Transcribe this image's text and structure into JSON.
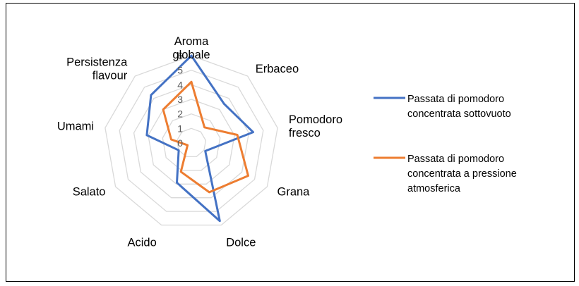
{
  "chart_data": {
    "type": "radar",
    "categories": [
      [
        "Aroma",
        "globale"
      ],
      [
        "Erbaceo"
      ],
      [
        "Pomodoro",
        "fresco"
      ],
      [
        "Grana"
      ],
      [
        "Dolce"
      ],
      [
        "Acido"
      ],
      [
        "Salato"
      ],
      [
        "Umami"
      ],
      [
        "Persistenza",
        "flavour"
      ]
    ],
    "rlim": [
      0,
      6
    ],
    "ticks": [
      "0",
      "1",
      "2",
      "3",
      "4",
      "5",
      "6"
    ],
    "grid": true,
    "legend_position": "right",
    "series": [
      {
        "name": [
          "Passata di pomodoro",
          "concentrata sottovuoto"
        ],
        "color": "#4472C4",
        "values": [
          6,
          3.5,
          4.3,
          1.1,
          5.7,
          2.9,
          1.0,
          3.1,
          4.3
        ]
      },
      {
        "name": [
          "Passata di pomodoro",
          "concentrata a pressione",
          "atmosferica"
        ],
        "color": "#ED7D31",
        "values": [
          4.2,
          1.4,
          3.2,
          4.5,
          3.6,
          2.1,
          0.3,
          1.4,
          3.0
        ]
      }
    ]
  }
}
